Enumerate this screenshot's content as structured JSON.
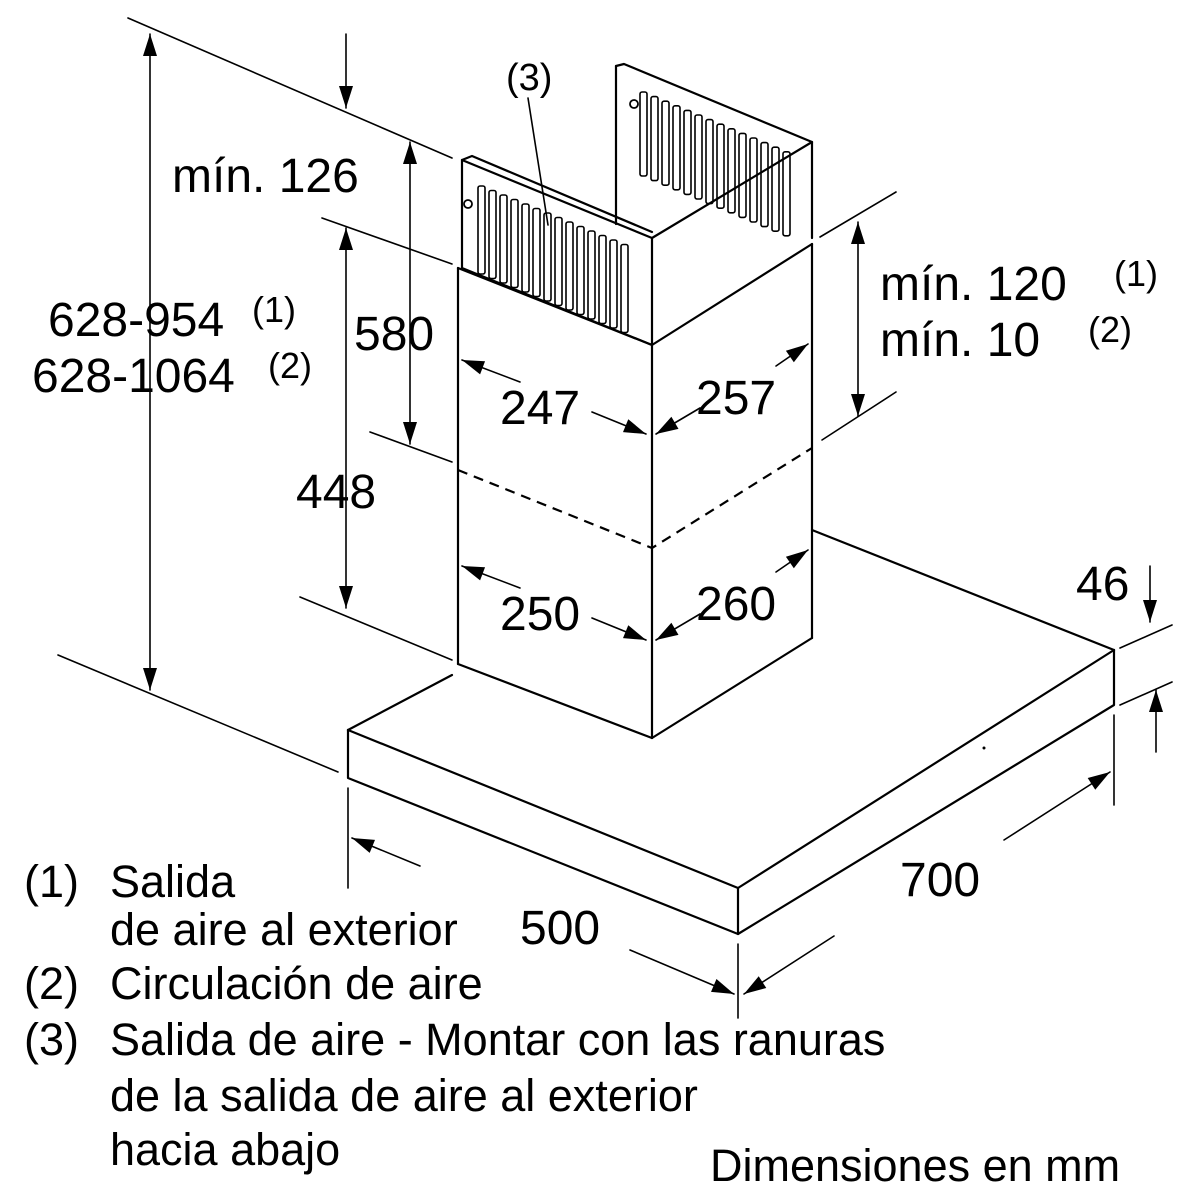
{
  "dimensions": {
    "top_clearance": "mín. 126",
    "total_height_1": "628-954",
    "total_height_1_ref": "(1)",
    "total_height_2": "628-1064",
    "total_height_2_ref": "(2)",
    "chimney_upper": "580",
    "chimney_lower": "448",
    "gap_1": "mín. 120",
    "gap_1_ref": "(1)",
    "gap_2": "mín. 10",
    "gap_2_ref": "(2)",
    "upper_width": "247",
    "upper_depth": "257",
    "lower_width": "250",
    "lower_depth": "260",
    "canopy_thickness": "46",
    "canopy_depth": "500",
    "canopy_width": "700",
    "part_3_ref": "(3)"
  },
  "legend": [
    {
      "number": "(1)",
      "lines": [
        "Salida",
        "de aire al exterior"
      ]
    },
    {
      "number": "(2)",
      "lines": [
        "Circulación de aire"
      ]
    },
    {
      "number": "(3)",
      "lines": [
        "Salida de aire - Montar con las ranuras",
        "de la salida de aire al exterior",
        "hacia abajo"
      ]
    }
  ],
  "units_note": "Dimensiones en mm"
}
